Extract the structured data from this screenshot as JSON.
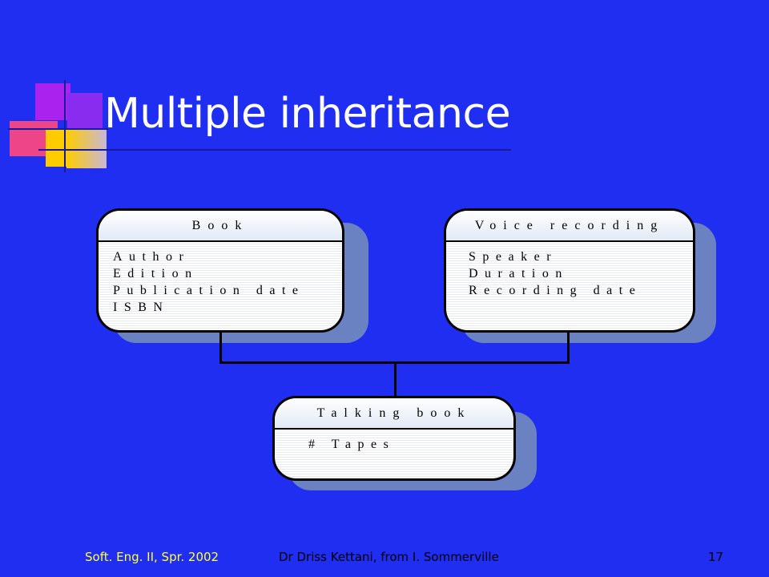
{
  "slide": {
    "title": "Multiple inheritance",
    "colors": {
      "background": "#1f2ef0",
      "footer_left": "#ffff33",
      "footer_text": "#000000",
      "box_shadow": "#6b82c2"
    }
  },
  "diagram": {
    "classes": [
      {
        "name": "Book",
        "attributes": [
          "Author",
          "Edition",
          "Publication date",
          "ISBN"
        ]
      },
      {
        "name": "Voice recording",
        "attributes": [
          "Speaker",
          "Duration",
          "Recording date"
        ]
      },
      {
        "name": "Talking book",
        "attributes": [
          "# Tapes"
        ]
      }
    ],
    "relationships": [
      {
        "from": "Talking book",
        "to": "Book",
        "type": "inheritance"
      },
      {
        "from": "Talking book",
        "to": "Voice recording",
        "type": "inheritance"
      }
    ]
  },
  "footer": {
    "left": "Soft. Eng. II, Spr. 2002",
    "center": "Dr Driss Kettani, from I. Sommerville",
    "page": "17"
  }
}
